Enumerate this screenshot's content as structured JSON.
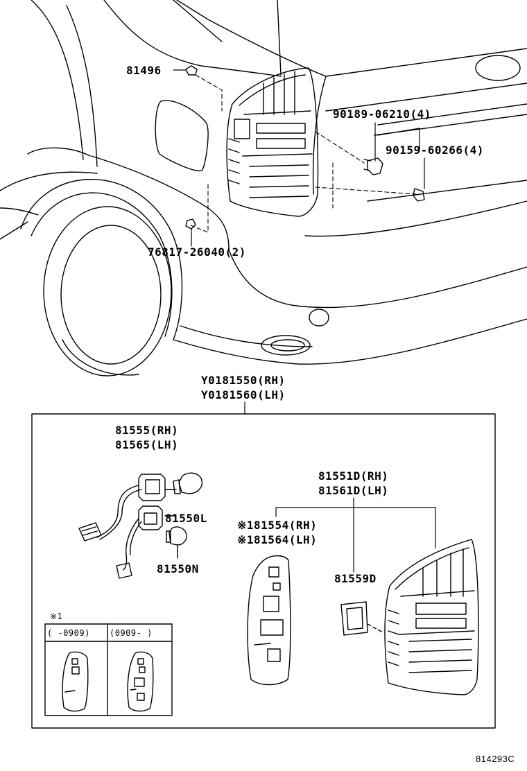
{
  "part_labels": {
    "p81496": "81496",
    "p90189": "90189-06210(4)",
    "p90159": "90159-60266(4)",
    "p76817": "76817-26040(2)",
    "assy_rh": "Y0181550(RH)",
    "assy_lh": "Y0181560(LH)",
    "socket_rh": "81555(RH)",
    "socket_lh": "81565(LH)",
    "bulb_l": "81550L",
    "bulb_n": "81550N",
    "lens_rh": "81551D(RH)",
    "lens_lh": "81561D(LH)",
    "gasket_rh": "※181554(RH)",
    "gasket_lh": "※181564(LH)",
    "p81559d": "81559D"
  },
  "inset": {
    "marker": "※1",
    "col1_header": "(    -0909)",
    "col2_header": "(0909-    )"
  },
  "diagram_code": "814293C"
}
